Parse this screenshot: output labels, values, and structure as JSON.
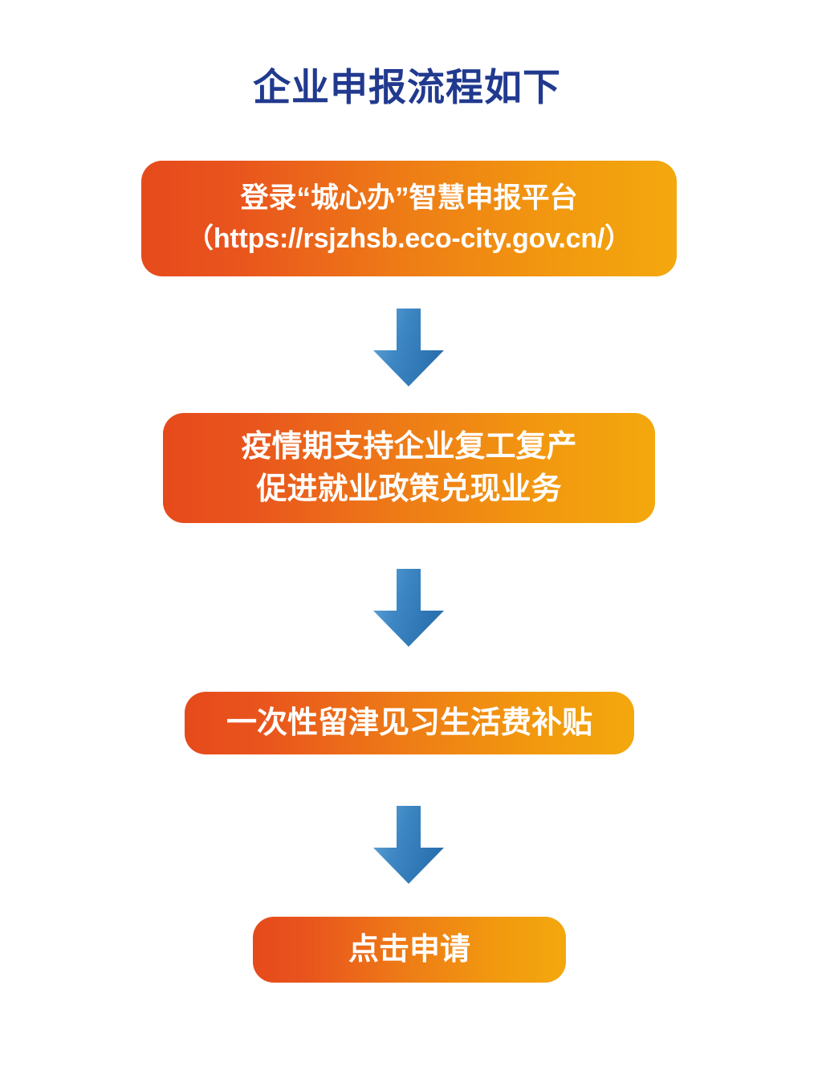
{
  "document": {
    "title": "企业申报流程如下",
    "title_color": "#213a8f",
    "background": "#ffffff"
  },
  "theme": {
    "box_gradient_start": "#e64a1c",
    "box_gradient_end": "#f3a80d",
    "box_text_color": "#ffffff",
    "arrow_color_light": "#5a9fd4",
    "arrow_color_dark": "#2b73b0"
  },
  "flow": {
    "steps": [
      {
        "id": "step-login",
        "line1": "登录“城心办”智慧申报平台",
        "line2": "（https://rsjzhsb.eco-city.gov.cn/）"
      },
      {
        "id": "step-business",
        "line1": "疫情期支持企业复工复产",
        "line2": "促进就业政策兑现业务"
      },
      {
        "id": "step-subsidy",
        "line1": "一次性留津见习生活费补贴"
      },
      {
        "id": "step-apply",
        "line1": "点击申请"
      }
    ],
    "connectors": [
      {
        "id": "connector-1",
        "icon": "arrow-down-icon"
      },
      {
        "id": "connector-2",
        "icon": "arrow-down-icon"
      },
      {
        "id": "connector-3",
        "icon": "arrow-down-icon"
      }
    ]
  }
}
